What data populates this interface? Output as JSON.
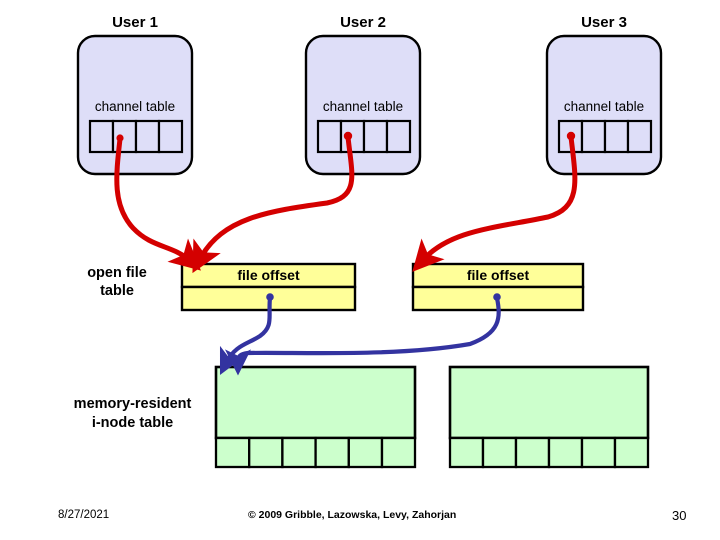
{
  "slide": {
    "page_number": "30",
    "date": "8/27/2021",
    "copyright": "© 2009 Gribble, Lazowska, Levy, Zahorjan"
  },
  "colors": {
    "user_box_fill": "#DEDEF8",
    "user_box_stroke": "#000000",
    "file_offset_fill": "#FFFF99",
    "inode_fill": "#CCFFCC",
    "red_arrow": "#D40000",
    "blue_arrow": "#3333A0",
    "background": "#FFFFFF"
  },
  "users": [
    {
      "title": "User 1",
      "channel_table_label": "channel table",
      "cells": [
        "",
        "",
        "",
        ""
      ],
      "pointer_cell_index": 1
    },
    {
      "title": "User 2",
      "channel_table_label": "channel table",
      "cells": [
        "",
        "",
        "",
        ""
      ],
      "pointer_cell_index": 1
    },
    {
      "title": "User 3",
      "channel_table_label": "channel table",
      "cells": [
        "",
        "",
        "",
        ""
      ],
      "pointer_cell_index": 0
    }
  ],
  "open_file_table": {
    "row_label_line1": "open file",
    "row_label_line2": "table",
    "entries": [
      {
        "header": "file offset",
        "body": ""
      },
      {
        "header": "file offset",
        "body": ""
      }
    ]
  },
  "inode_table": {
    "row_label_line1": "memory-resident",
    "row_label_line2": "i-node table",
    "blocks": [
      {
        "top": "",
        "cells": [
          "",
          "",
          "",
          "",
          "",
          ""
        ]
      },
      {
        "top": "",
        "cells": [
          "",
          "",
          "",
          "",
          "",
          ""
        ]
      }
    ]
  },
  "arrows": {
    "red": [
      {
        "from": "user1-channel-cell-2",
        "to": "open-file-entry-1"
      },
      {
        "from": "user2-channel-cell-2",
        "to": "open-file-entry-1"
      },
      {
        "from": "user3-channel-cell-1",
        "to": "open-file-entry-2"
      }
    ],
    "blue": [
      {
        "from": "open-file-entry-1",
        "to": "inode-block-1"
      },
      {
        "from": "open-file-entry-2",
        "to": "inode-block-1"
      }
    ]
  }
}
